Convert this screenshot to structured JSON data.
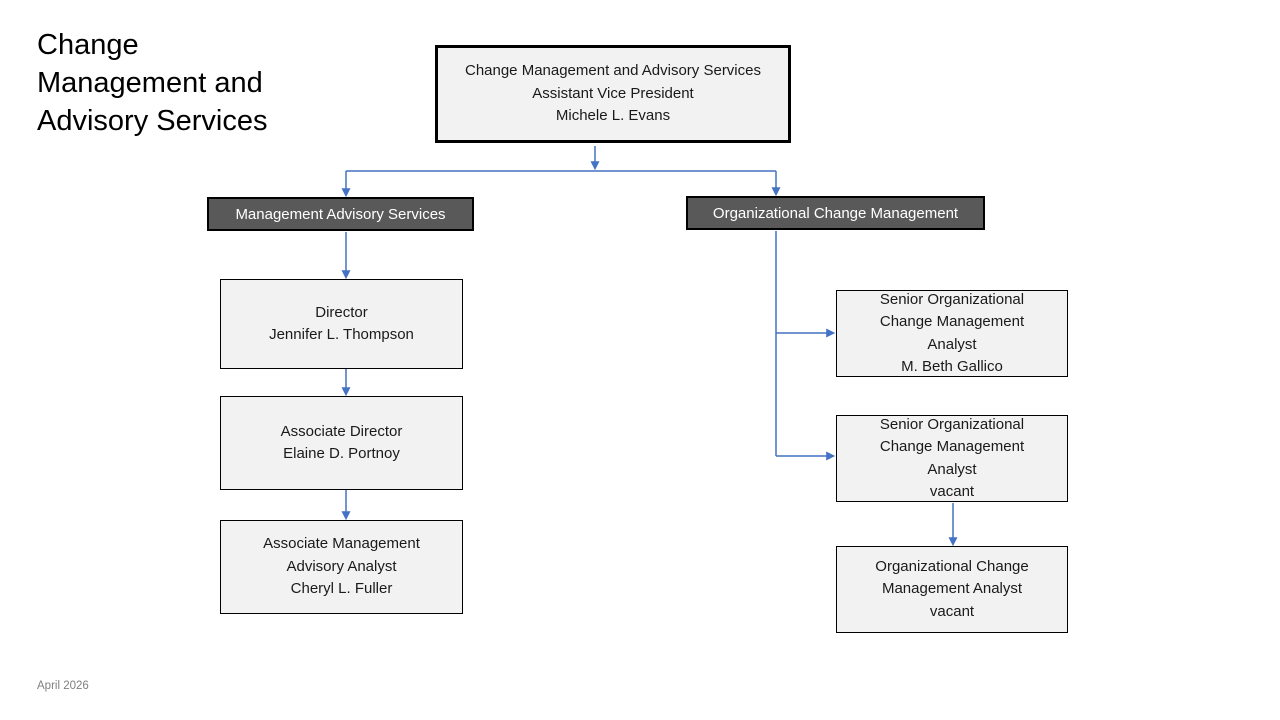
{
  "page": {
    "title": "Change\nManagement and\nAdvisory Services",
    "footer_date": "April 2026"
  },
  "colors": {
    "connector": "#4472C4",
    "header_fill": "#595959",
    "header_text": "#ffffff",
    "box_fill": "#f2f2f2",
    "box_border": "#000000",
    "text": "#1a1a1a",
    "footer_text": "#808080"
  },
  "org_chart": {
    "root": {
      "unit": "Change Management and Advisory Services",
      "title": "Assistant Vice President",
      "name": "Michele L. Evans"
    },
    "branches": [
      {
        "label": "Management Advisory Services",
        "nodes": [
          {
            "title": "Director",
            "name": "Jennifer L. Thompson"
          },
          {
            "title": "Associate Director",
            "name": "Elaine D. Portnoy"
          },
          {
            "title": "Associate Management\nAdvisory Analyst",
            "name": "Cheryl L. Fuller"
          }
        ]
      },
      {
        "label": "Organizational Change Management",
        "nodes": [
          {
            "title": "Senior Organizational\nChange Management\nAnalyst",
            "name": "M. Beth Gallico"
          },
          {
            "title": "Senior Organizational\nChange Management\nAnalyst",
            "name": "vacant"
          },
          {
            "title": "Organizational Change\nManagement Analyst",
            "name": "vacant"
          }
        ]
      }
    ]
  }
}
